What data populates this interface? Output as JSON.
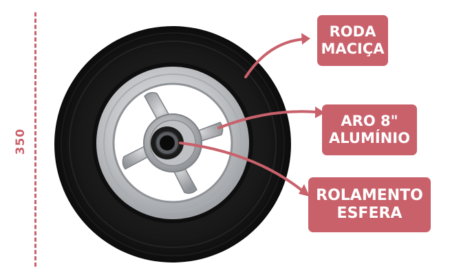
{
  "dimension": {
    "value": "350"
  },
  "labels": {
    "roda": {
      "line1": "RODA",
      "line2": "MACIÇA"
    },
    "aro": {
      "line1": "ARO 8\"",
      "line2": "ALUMÍNIO"
    },
    "rolamento": {
      "line1": "ROLAMENTO",
      "line2": "ESFERA"
    }
  },
  "colors": {
    "accent": "#c9616b",
    "tire": "#151515",
    "rim": "#c7c9cc"
  }
}
